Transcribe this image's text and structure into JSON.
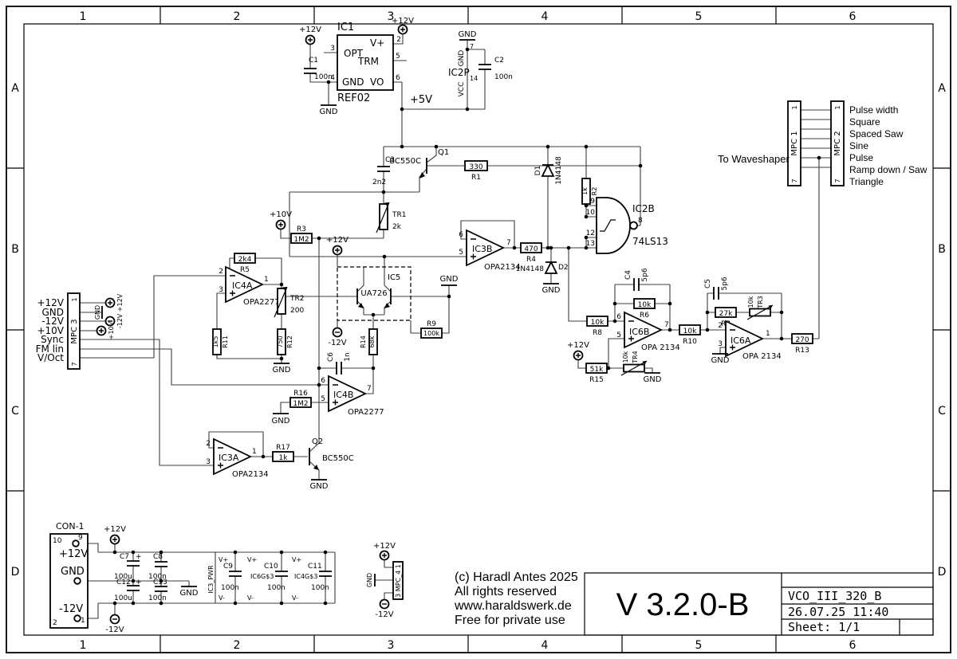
{
  "frame": {
    "cols": [
      "1",
      "2",
      "3",
      "4",
      "5",
      "6"
    ],
    "rows": [
      "A",
      "B",
      "C",
      "D"
    ]
  },
  "title_block": {
    "version": "V 3.2.0-B",
    "doc": "VCO_III_320_B",
    "date": "26.07.25 11:40",
    "sheet": "Sheet: 1/1"
  },
  "copyright": [
    "(c) Haradl Antes 2025",
    "All rights reserved",
    "www.haraldswerk.de",
    "Free for private use"
  ],
  "nets": {
    "p12": "+12V",
    "n12": "-12V",
    "p10": "+10V",
    "p5": "+5V",
    "gnd": "GND",
    "vplus": "V+",
    "vminus": "V-",
    "plus": "+"
  },
  "notes": {
    "to_waveshaper": "To Waveshaper"
  },
  "waveforms": [
    "Pulse width",
    "Square",
    "Spaced Saw",
    "Sine",
    "Pulse",
    "Ramp down / Saw",
    "Triangle"
  ],
  "connectors": {
    "mpc1": {
      "name": "MPC 1",
      "first": "1",
      "last": "7"
    },
    "mpc2": {
      "name": "MPC 2",
      "first": "1",
      "last": "7"
    },
    "mpc3": {
      "name": "MPC 3",
      "first": "1",
      "last": "7",
      "signals": [
        "+12V",
        "GND",
        "-12V",
        "+10V",
        "Sync",
        "FM lin",
        "V/Oct"
      ]
    },
    "mpc4": {
      "name": "3 MPC_4 1"
    },
    "con1": {
      "name": "CON-1",
      "pin10": "10",
      "pin9": "9",
      "pin2": "2",
      "pin1": "1",
      "v12": "+12V",
      "gnd": "GND",
      "n12": "-12V"
    }
  },
  "ics": {
    "ic1": {
      "ref": "IC1",
      "value": "REF02",
      "opt": "OPT",
      "trm": "TRM",
      "gnd": "GND",
      "vo": "VO",
      "vp": "V+",
      "p2": "2",
      "p3": "3",
      "p4": "4",
      "p5": "5",
      "p6": "6"
    },
    "ic2p": {
      "ref": "IC2P",
      "gnd": "GND",
      "vcc": "VCC",
      "p7": "7",
      "p14": "14"
    },
    "ic2b": {
      "ref": "IC2B",
      "value": "74LS13",
      "p8": "8",
      "p9": "9",
      "p10": "10",
      "p12": "12",
      "p13": "13"
    },
    "ic3a": {
      "ref": "IC3A",
      "value": "OPA2134",
      "pm": "2",
      "pp": "3",
      "po": "1"
    },
    "ic3b": {
      "ref": "IC3B",
      "value": "OPA2134",
      "pm": "6",
      "pp": "5",
      "po": "7"
    },
    "ic4a": {
      "ref": "IC4A",
      "value": "OPA2277",
      "pm": "2",
      "pp": "3",
      "po": "1"
    },
    "ic4b": {
      "ref": "IC4B",
      "value": "OPA2277",
      "pm": "6",
      "pp": "5",
      "po": "7"
    },
    "ic5": {
      "ref": "IC5",
      "value": "UA726"
    },
    "ic6a": {
      "ref": "IC6A",
      "value": "OPA 2134",
      "pm": "2",
      "pp": "3",
      "po": "1"
    },
    "ic6b": {
      "ref": "IC6B",
      "value": "OPA 2134",
      "pm": "6",
      "pp": "5",
      "po": "7"
    }
  },
  "parts": {
    "q1": {
      "ref": "Q1",
      "value": "BC550C"
    },
    "q2": {
      "ref": "Q2",
      "value": "BC550C"
    },
    "d1": {
      "ref": "D1",
      "value": "1N4148"
    },
    "d2": {
      "ref": "D2",
      "value": "1N4148"
    },
    "r1": {
      "ref": "R1",
      "value": "330"
    },
    "r2": {
      "ref": "R2",
      "value": "1k"
    },
    "r3": {
      "ref": "R3",
      "value": "1M2"
    },
    "r4": {
      "ref": "R4",
      "value": "470"
    },
    "r5": {
      "ref": "R5",
      "value": "2k4"
    },
    "r6": {
      "ref": "R6",
      "value": "10k"
    },
    "r7": {
      "ref": "R7",
      "value": "27k"
    },
    "r8": {
      "ref": "R8",
      "value": "10k"
    },
    "r9": {
      "ref": "R9",
      "value": "100k"
    },
    "r10": {
      "ref": "R10",
      "value": "10k"
    },
    "r11": {
      "ref": "R11",
      "value": "1k5"
    },
    "r12": {
      "ref": "R12",
      "value": "750"
    },
    "r13": {
      "ref": "R13",
      "value": "270"
    },
    "r14": {
      "ref": "R14",
      "value": "68k"
    },
    "r15": {
      "ref": "R15",
      "value": "51k"
    },
    "r16": {
      "ref": "R16",
      "value": "1M2"
    },
    "r17": {
      "ref": "R17",
      "value": "1k"
    },
    "tr1": {
      "ref": "TR1",
      "value": "2k"
    },
    "tr2": {
      "ref": "TR2",
      "value": "200"
    },
    "tr3": {
      "ref": "TR3",
      "value": "10k"
    },
    "tr4": {
      "ref": "TR4",
      "value": "10k"
    },
    "c1": {
      "ref": "C1",
      "value": "100n"
    },
    "c2": {
      "ref": "C2",
      "value": "100n"
    },
    "c3": {
      "ref": "C3",
      "value": "2n2"
    },
    "c4": {
      "ref": "C4",
      "value": "5p6"
    },
    "c5": {
      "ref": "C5",
      "value": "5p6"
    },
    "c6": {
      "ref": "C6",
      "value": "1n"
    },
    "c7": {
      "ref": "C7",
      "value": "100u"
    },
    "c8": {
      "ref": "C8",
      "value": "100n"
    },
    "c9": {
      "ref": "C9",
      "value": "100n"
    },
    "c10": {
      "ref": "C10",
      "value": "100n"
    },
    "c11": {
      "ref": "C11",
      "value": "100n"
    },
    "c12": {
      "ref": "C12",
      "value": "100u"
    },
    "c13": {
      "ref": "C13",
      "value": "100n"
    }
  },
  "power_units": {
    "ic3": "IC3_PWR",
    "ic6": "IC6G$3",
    "ic4": "IC4G$3"
  }
}
